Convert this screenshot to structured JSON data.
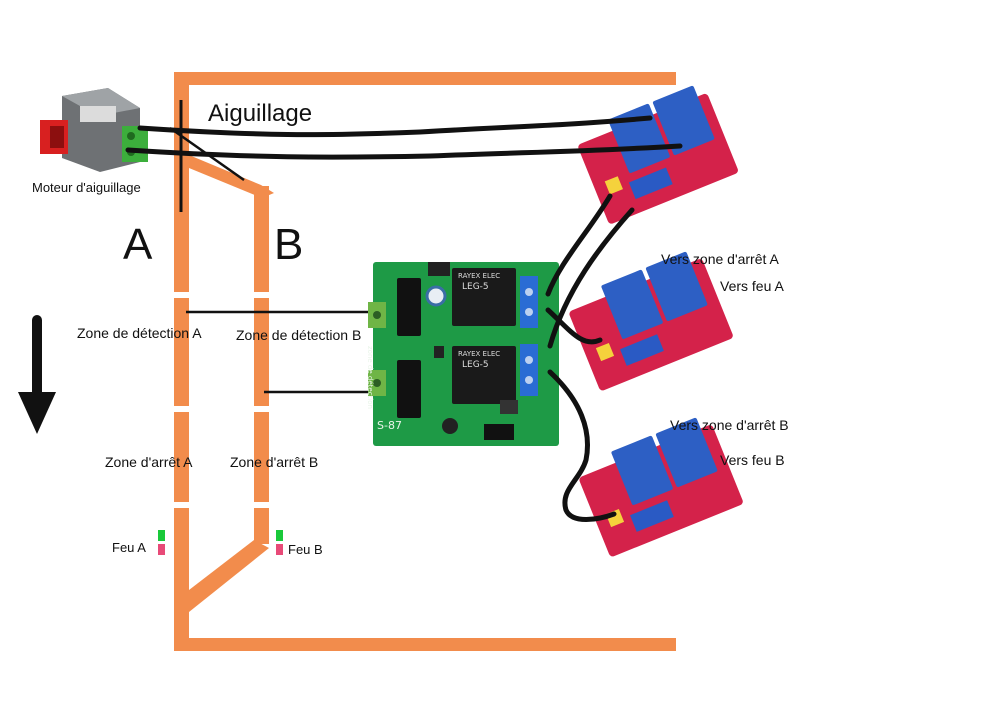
{
  "labels": {
    "aiguillage": "Aiguillage",
    "moteur": "Moteur d'aiguillage",
    "track_a": "A",
    "track_b": "B",
    "zone_detection_a": "Zone de détection A",
    "zone_detection_b": "Zone de détection B",
    "zone_arret_a": "Zone d'arrêt A",
    "zone_arret_b": "Zone d'arrêt B",
    "feu_a": "Feu A",
    "feu_b": "Feu B",
    "vers_zone_arret_a": "Vers zone d'arrêt A",
    "vers_feu_a": "Vers feu A",
    "vers_zone_arret_b": "Vers zone d'arrêt B",
    "vers_feu_b": "Vers feu B"
  },
  "board": {
    "relay_brand": "RAYEX ELEC",
    "relay_model": "LEG-5",
    "model_code": "S-87",
    "vertical_text": "zone de détection"
  },
  "colors": {
    "track": "#f28c4c",
    "green_board": "#1e9a46",
    "red_board": "#d4224a",
    "relay_blue": "#2d5fc4",
    "signal_green": "#19c93a",
    "signal_red": "#e84a78",
    "wire": "#111111"
  }
}
